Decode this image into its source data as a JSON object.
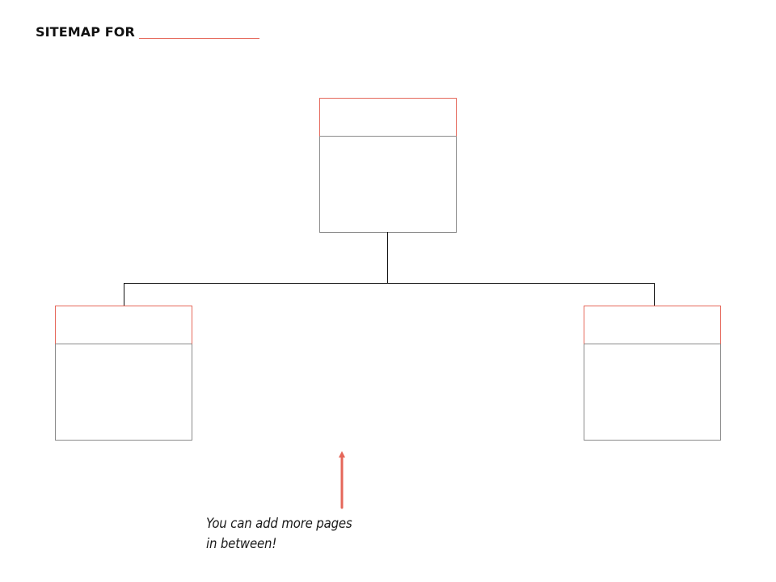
{
  "header": {
    "title_prefix": "SITEMAP FOR"
  },
  "diagram": {
    "root_page": {
      "title": "",
      "content": ""
    },
    "child_pages": [
      {
        "title": "",
        "content": ""
      },
      {
        "title": "",
        "content": ""
      }
    ]
  },
  "annotation": {
    "line1": "You can add more pages",
    "line2": "in between!"
  },
  "colors": {
    "accent": "#e5675a",
    "box_border": "#8a8a8a",
    "connector": "#111111"
  }
}
